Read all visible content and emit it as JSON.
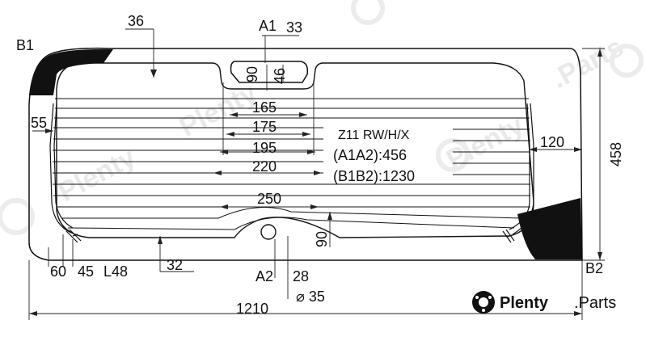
{
  "diagram": {
    "model_code": "Z11 RW/H/X",
    "a1a2": "(A1A2):456",
    "b1b2": "(B1B2):1230",
    "points": {
      "a1": "A1",
      "a2": "A2",
      "b1": "B1",
      "b2": "B2"
    },
    "dimensions": {
      "d36": "36",
      "d33": "33",
      "d90_top": "90",
      "d46": "46",
      "d165": "165",
      "d175": "175",
      "d195": "195",
      "d220": "220",
      "d55": "55",
      "d120": "120",
      "d458": "458",
      "d250": "250",
      "d90_bottom": "90",
      "d60": "60",
      "d45": "45",
      "l48": "L48",
      "d32": "32",
      "d28": "28",
      "dia35": "⌀ 35",
      "d1210": "1210"
    }
  },
  "watermark": {
    "brand": "Plenty",
    "suffix": ".Parts"
  }
}
